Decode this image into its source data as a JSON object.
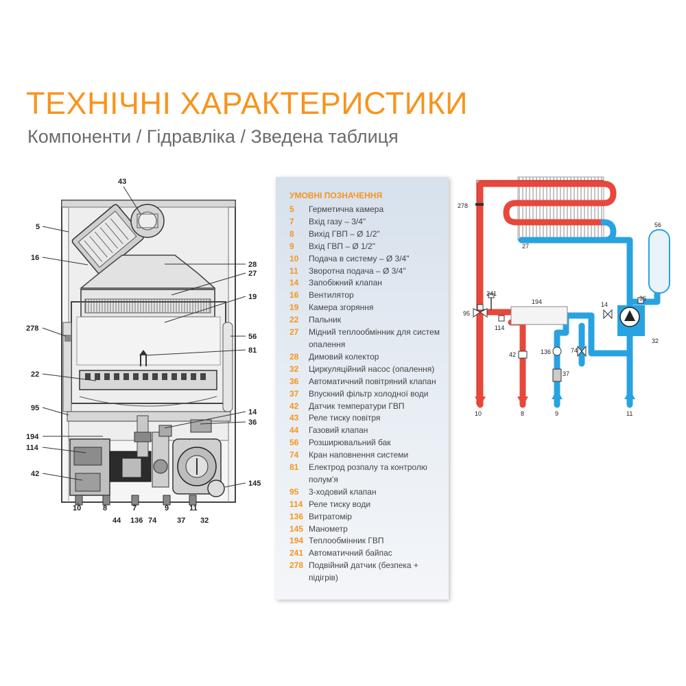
{
  "header": {
    "title": "ТЕХНІЧНІ ХАРАКТЕРИСТИКИ",
    "subtitle": "Компоненти / Гідравліка / Зведена таблиця"
  },
  "legend": {
    "title": "УМОВНІ ПОЗНАЧЕННЯ",
    "items": [
      {
        "num": "5",
        "text": "Герметична камера"
      },
      {
        "num": "7",
        "text": "Вхід газу – 3/4\""
      },
      {
        "num": "8",
        "text": "Вихід ГВП – Ø 1/2\""
      },
      {
        "num": "9",
        "text": "Вхід ГВП – Ø 1/2\""
      },
      {
        "num": "10",
        "text": "Подача в систему – Ø 3/4\""
      },
      {
        "num": "11",
        "text": "Зворотна подача – Ø 3/4\""
      },
      {
        "num": "14",
        "text": "Запобіжний клапан"
      },
      {
        "num": "16",
        "text": "Вентилятор"
      },
      {
        "num": "19",
        "text": "Камера згоряння"
      },
      {
        "num": "22",
        "text": "Пальник"
      },
      {
        "num": "27",
        "text": "Мідний теплообмінник для систем опалення"
      },
      {
        "num": "28",
        "text": "Димовий колектор"
      },
      {
        "num": "32",
        "text": "Циркуляційний насос (опалення)"
      },
      {
        "num": "36",
        "text": "Автоматичний повітряний клапан"
      },
      {
        "num": "37",
        "text": "Впускний фільтр холодної води"
      },
      {
        "num": "42",
        "text": "Датчик температури ГВП"
      },
      {
        "num": "43",
        "text": "Реле тиску повітря"
      },
      {
        "num": "44",
        "text": "Газовий клапан"
      },
      {
        "num": "56",
        "text": "Розширювальний бак"
      },
      {
        "num": "74",
        "text": "Кран наповнення системи"
      },
      {
        "num": "81",
        "text": "Електрод розпалу та контролю полум'я"
      },
      {
        "num": "95",
        "text": "3-ходовий клапан"
      },
      {
        "num": "114",
        "text": "Реле тиску води"
      },
      {
        "num": "136",
        "text": "Витратомір"
      },
      {
        "num": "145",
        "text": "Манометр"
      },
      {
        "num": "194",
        "text": "Теплообмінник ГВП"
      },
      {
        "num": "241",
        "text": "Автоматичний байпас"
      },
      {
        "num": "278",
        "text": "Подвійний датчик (безпека + підігрів)"
      }
    ]
  },
  "boiler_labels": {
    "l43": "43",
    "l5": "5",
    "l16": "16",
    "l28": "28",
    "l27": "27",
    "l19": "19",
    "l278": "278",
    "l56": "56",
    "l81": "81",
    "l22": "22",
    "l95": "95",
    "l14": "14",
    "l36": "36",
    "l194": "194",
    "l114": "114",
    "l42": "42",
    "l145": "145",
    "b10": "10",
    "b8": "8",
    "b7": "7",
    "b9": "9",
    "b11": "11",
    "b44": "44",
    "b136": "136",
    "b74": "74",
    "b37": "37",
    "b32": "32"
  },
  "hydraulic_labels": {
    "h278": "278",
    "h27": "27",
    "h56": "56",
    "h241": "241",
    "h194": "194",
    "h14": "14",
    "h36": "36",
    "h95": "95",
    "h114": "114",
    "h32": "32",
    "h42": "42",
    "h136": "136",
    "h74": "74",
    "h37": "37",
    "o10": "10",
    "o8": "8",
    "o9": "9",
    "o11": "11"
  },
  "colors": {
    "accent": "#f7941d",
    "hot_pipe": "#e8473b",
    "cold_pipe": "#29a3e0"
  }
}
